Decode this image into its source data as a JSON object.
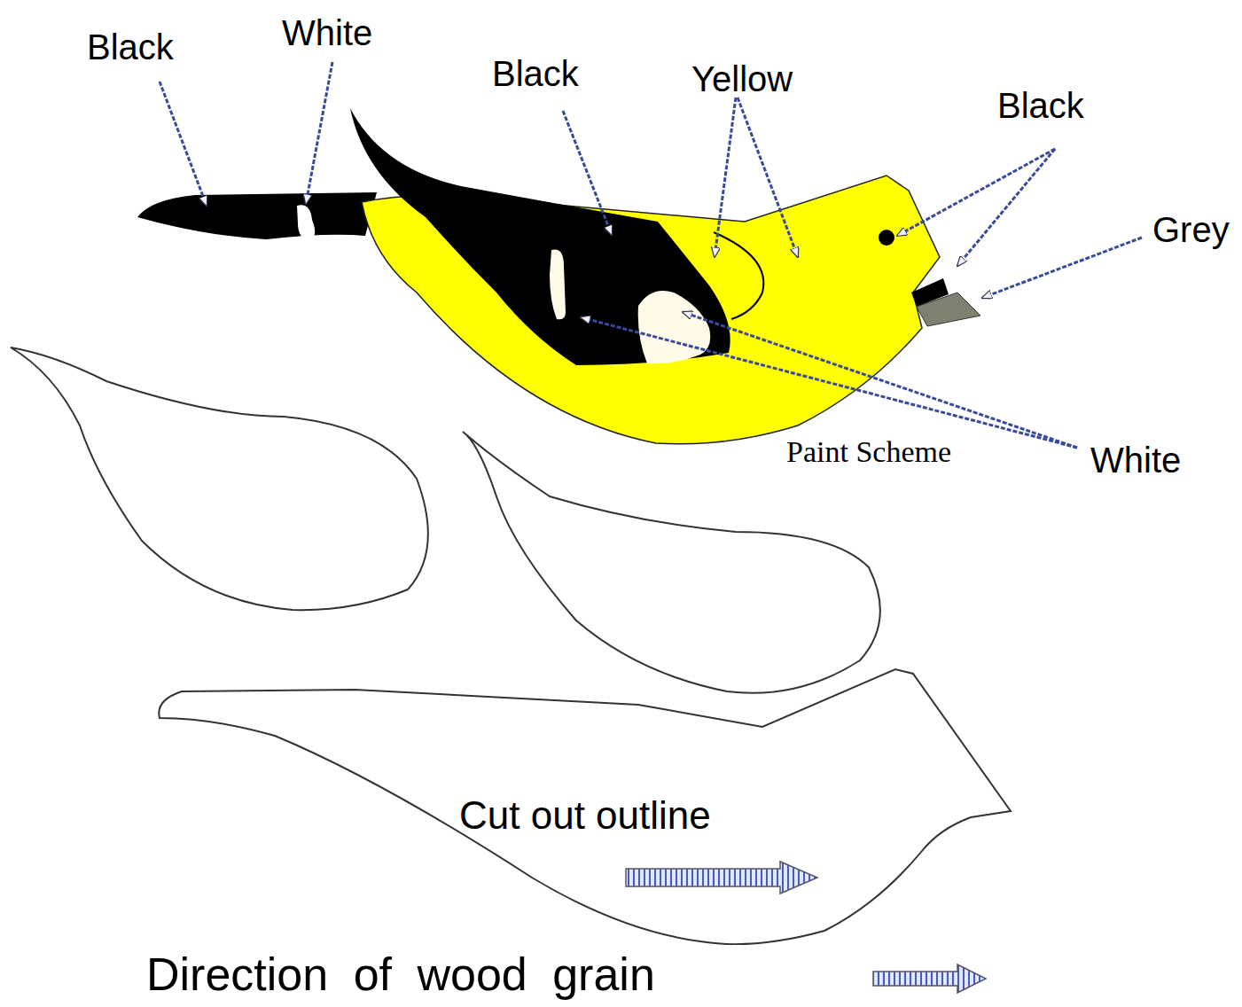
{
  "diagram": {
    "labels": [
      "Black",
      "White",
      "Black",
      "Yellow",
      "Black",
      "Grey",
      "White",
      "Paint Scheme",
      "Cut out outline",
      "Direction of wood grain"
    ]
  }
}
